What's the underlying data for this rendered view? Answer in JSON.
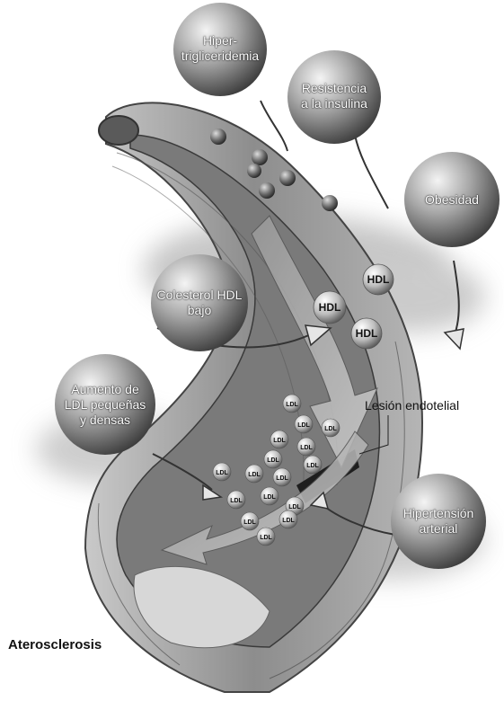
{
  "factors": {
    "hipertrigliceridemia": "Hiper-\ntrigliceridemia",
    "resistencia_insulina": "Resistencia\na la insulina",
    "obesidad": "Obesidad",
    "colesterol_hdl_bajo": "Colesterol HDL\nbajo",
    "aumento_ldl": "Aumento de\nLDL pequeñas\ny densas",
    "hipertension": "Hipertensión\narterial"
  },
  "particles": {
    "hdl": "HDL",
    "ldl": "LDL"
  },
  "labels": {
    "lesion_endotelial": "Lesión endotelial",
    "aterosclerosis": "Aterosclerosis"
  },
  "colors": {
    "sphere_light": "#f2f2f2",
    "sphere_dark": "#5a5a5a",
    "vessel_wall": "#9a9a9a",
    "lumen": "#6e6e6e",
    "background": "#ffffff"
  }
}
